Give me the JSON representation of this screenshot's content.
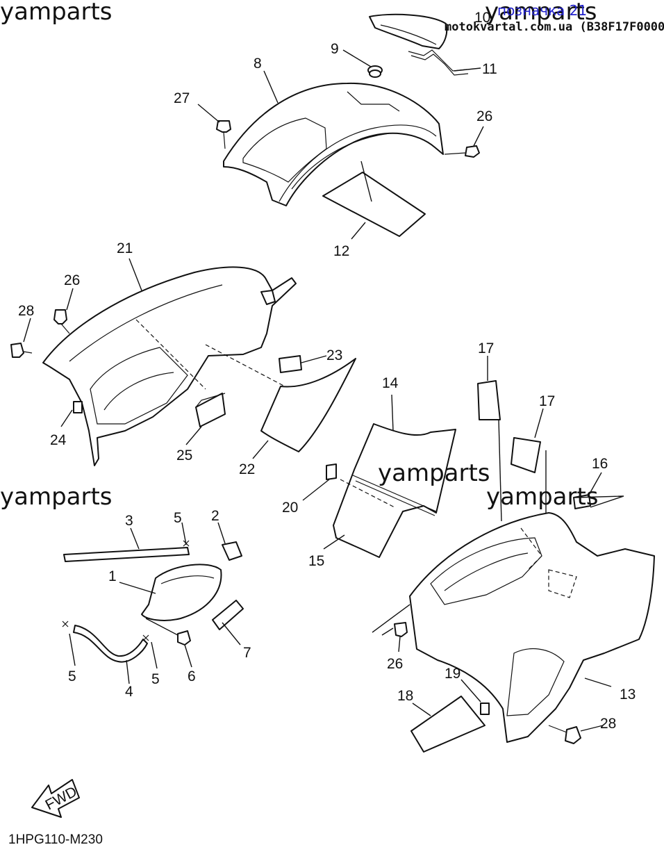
{
  "watermarks": [
    "yamparts",
    "yamparts",
    "yamparts",
    "yamparts",
    "yamparts"
  ],
  "header": {
    "link_text": "позначка 21",
    "link_color": "#2222cc",
    "source_text": "motokvartal.com.ua (B38F17F00000)"
  },
  "part_numbers": {
    "p1": "1",
    "p2": "2",
    "p3": "3",
    "p4": "4",
    "p5a": "5",
    "p5b": "5",
    "p5c": "5",
    "p6": "6",
    "p7": "7",
    "p8": "8",
    "p9": "9",
    "p10": "10",
    "p11": "11",
    "p12": "12",
    "p13": "13",
    "p14": "14",
    "p15": "15",
    "p16": "16",
    "p17a": "17",
    "p17b": "17",
    "p18": "18",
    "p19": "19",
    "p20": "20",
    "p21": "21",
    "p22": "22",
    "p23": "23",
    "p24": "24",
    "p25": "25",
    "p26a": "26",
    "p26b": "26",
    "p26c": "26",
    "p27": "27",
    "p28a": "28",
    "p28b": "28"
  },
  "fwd_label": "FWD",
  "diagram_code": "1HPG110-M230"
}
